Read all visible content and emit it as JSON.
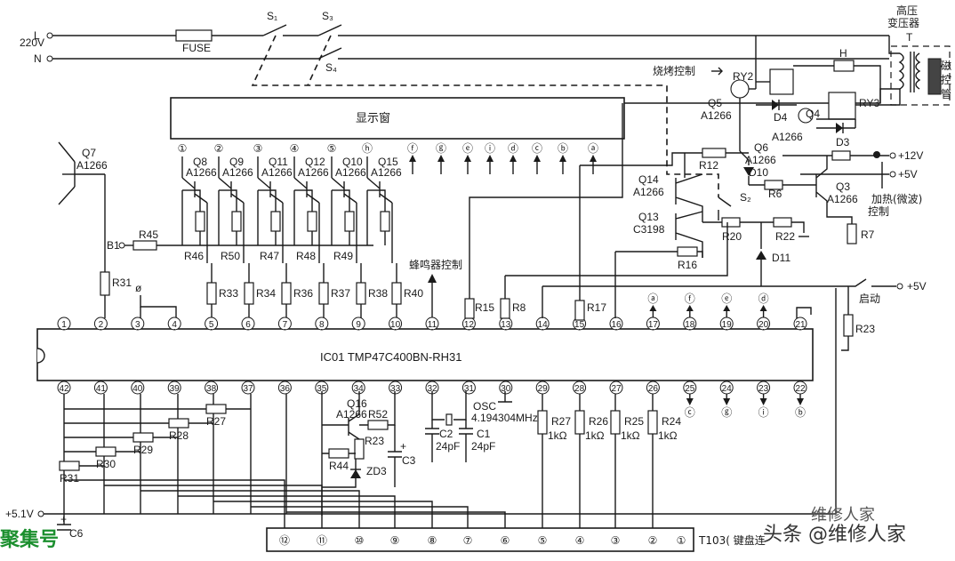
{
  "mains": {
    "l": "L",
    "n": "N",
    "voltage": "220V",
    "fuse": "FUSE"
  },
  "switches": {
    "s1": "S₁",
    "s3": "S₃",
    "s4": "S₄"
  },
  "hv": {
    "title1": "高压",
    "title2": "变压器",
    "t": "T",
    "mag1": "磁",
    "mag2": "控",
    "mag3": "管"
  },
  "display": {
    "label": "显示窗",
    "pins": [
      "①",
      "②",
      "③",
      "④",
      "⑤",
      "ⓗ",
      "ⓕ",
      "ⓖ",
      "ⓔ",
      "ⓘ",
      "ⓓ",
      "ⓒ",
      "ⓑ",
      "ⓐ"
    ]
  },
  "drivers": [
    {
      "q": "Q8",
      "part": "A1266",
      "r": "R46"
    },
    {
      "q": "Q9",
      "part": "A1266",
      "r": "R50"
    },
    {
      "q": "Q11",
      "part": "A1266",
      "r": "R47"
    },
    {
      "q": "Q12",
      "part": "A1266",
      "r": "R48"
    },
    {
      "q": "Q10",
      "part": "A1266",
      "r": "R49"
    },
    {
      "q": "Q15",
      "part": "A1266",
      "r": ""
    }
  ],
  "q7": {
    "name": "Q7",
    "part": "A1266"
  },
  "b1": {
    "label": "B1",
    "r45": "R45",
    "r31": "R31"
  },
  "pin_resistors": [
    "R33",
    "R34",
    "R36",
    "R37",
    "R38",
    "R40"
  ],
  "buzzer": {
    "label": "蜂鸣器控制"
  },
  "ic": {
    "label": "IC01  TMP47C400BN-RH31",
    "phi": "ø",
    "r15": "R15",
    "r8": "R8",
    "r17": "R17",
    "top_pins": [
      "1",
      "2",
      "3",
      "4",
      "5",
      "6",
      "7",
      "8",
      "9",
      "10",
      "11",
      "12",
      "13",
      "14",
      "15",
      "16",
      "17",
      "18",
      "19",
      "20",
      "21"
    ],
    "bottom_pins": [
      "42",
      "41",
      "40",
      "39",
      "38",
      "37",
      "36",
      "35",
      "34",
      "33",
      "32",
      "31",
      "30",
      "29",
      "28",
      "27",
      "26",
      "25",
      "24",
      "23",
      "22"
    ],
    "top_tags": [
      "",
      "",
      "",
      "",
      "",
      "",
      "",
      "",
      "",
      "",
      "",
      "",
      "",
      "",
      "",
      "",
      "ⓐ",
      "ⓕ",
      "ⓔ",
      "ⓓ",
      ""
    ],
    "bottom_tags": [
      "",
      "",
      "",
      "",
      "",
      "",
      "",
      "",
      "",
      "",
      "",
      "",
      "",
      "",
      "",
      "",
      "",
      "ⓒ",
      "ⓖ",
      "ⓘ",
      "ⓑ"
    ]
  },
  "relay": {
    "grill": "烧烤控制",
    "ry2": "RY2",
    "q5": "Q5",
    "q5p": "A1266",
    "d4": "D4",
    "h": "H",
    "q4": "Q4",
    "q4p": "A1266",
    "ry3": "RY3",
    "d3": "D3",
    "q6": "Q6",
    "q6p": "A1266",
    "r12": "R12",
    "d10": "D10",
    "v12": "+12V",
    "v5": "+5V",
    "r6": "R6",
    "q3": "Q3",
    "q3p": "A1266",
    "r7": "R7",
    "heat1": "加热(微波)",
    "heat2": "控制",
    "q14": "Q14",
    "q14p": "A1266",
    "q13": "Q13",
    "q13p": "C3198",
    "r20": "R20",
    "r22": "R22",
    "d11": "D11",
    "s2": "S₂",
    "r16": "R16",
    "v5b": "+5V",
    "start": "启动",
    "r23": "R23"
  },
  "bottom": {
    "v51": "+5.1V",
    "plus": "+",
    "c6": "C6",
    "t103": "T103( 键盘连",
    "res_low": [
      "R27",
      "R28",
      "R29",
      "R30",
      "R31"
    ],
    "pull": [
      {
        "r": "R27",
        "v": "1kΩ"
      },
      {
        "r": "R26",
        "v": "1kΩ"
      },
      {
        "r": "R25",
        "v": "1kΩ"
      },
      {
        "r": "R24",
        "v": "1kΩ"
      }
    ],
    "connector": [
      "⑫",
      "⑪",
      "⑩",
      "⑨",
      "⑧",
      "⑦",
      "⑥",
      "⑤",
      "④",
      "③",
      "②",
      "①"
    ]
  },
  "reset": {
    "q16": "Q16",
    "q16p": "A1266",
    "r52": "R52",
    "r23": "R23",
    "r44": "R44",
    "zd3": "ZD3",
    "c3": "C3",
    "plus": "+"
  },
  "osc": {
    "label": "OSC",
    "freq": "4.194304MHz",
    "c2": "C2",
    "c2v": "24pF",
    "c1": "C1",
    "c1v": "24pF"
  },
  "watermark": {
    "left": "聚集号",
    "right": "头条 @维修人家",
    "right2": "维修人家"
  }
}
